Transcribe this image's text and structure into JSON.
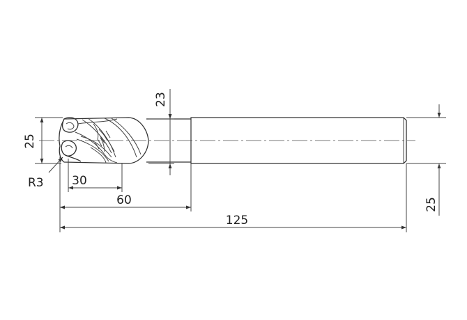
{
  "drawing": {
    "dimensions": {
      "flute_diameter": "23",
      "tool_diameter_left": "25",
      "shank_diameter_right": "25",
      "corner_radius": "R3",
      "flute_length": "30",
      "neck_length": "60",
      "overall_length": "125"
    }
  }
}
